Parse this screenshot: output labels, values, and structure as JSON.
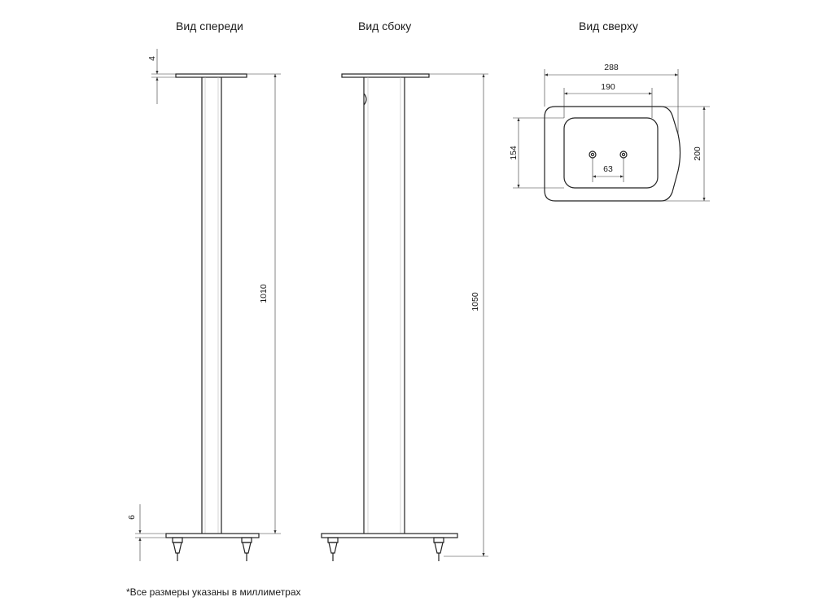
{
  "views": {
    "front": "Вид спереди",
    "side": "Вид сбоку",
    "top": "Вид сверху"
  },
  "dimensions": {
    "front_plate_thickness": "4",
    "front_height": "1010",
    "front_base_thickness": "6",
    "side_height": "1050",
    "top_overall_width": "288",
    "top_inner_width": "190",
    "top_inner_depth": "154",
    "top_overall_depth": "200",
    "top_hole_spacing": "63"
  },
  "footnote": "*Все размеры указаны в миллиметрах"
}
